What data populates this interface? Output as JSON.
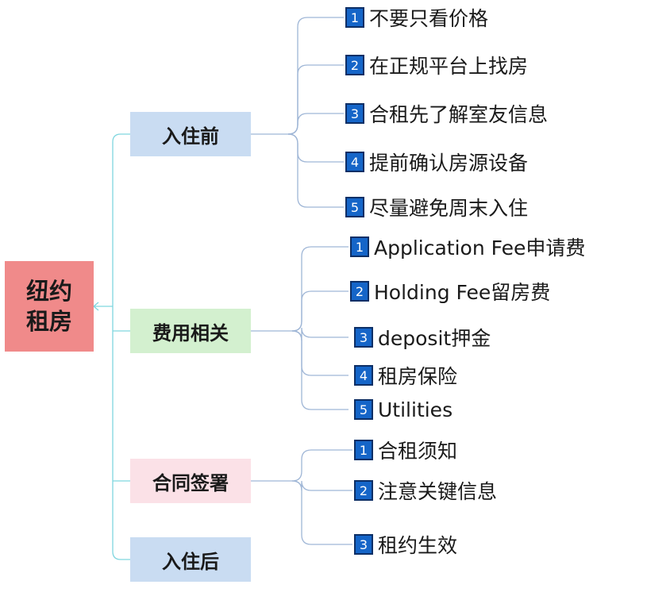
{
  "colors": {
    "root_bg": "#f08a8a",
    "blue_bg": "#c9dcf2",
    "green_bg": "#d3f0cf",
    "pink_bg": "#fbe1e7",
    "connector": "#9fb6d6",
    "root_connector": "#7fd6df",
    "badge": "#1565c8"
  },
  "root": {
    "label": "纽约\n租房"
  },
  "branches": [
    {
      "label": "入住前",
      "items": [
        {
          "num": "1",
          "text": "不要只看价格"
        },
        {
          "num": "2",
          "text": "在正规平台上找房"
        },
        {
          "num": "3",
          "text": "合租先了解室友信息"
        },
        {
          "num": "4",
          "text": "提前确认房源设备"
        },
        {
          "num": "5",
          "text": "尽量避免周末入住"
        }
      ]
    },
    {
      "label": "费用相关",
      "items": [
        {
          "num": "1",
          "text": "Application Fee申请费"
        },
        {
          "num": "2",
          "text": "Holding Fee留房费"
        },
        {
          "num": "3",
          "text": "deposit押金"
        },
        {
          "num": "4",
          "text": "租房保险"
        },
        {
          "num": "5",
          "text": "Utilities"
        }
      ]
    },
    {
      "label": "合同签署",
      "items": [
        {
          "num": "1",
          "text": "合租须知"
        },
        {
          "num": "2",
          "text": "注意关键信息"
        },
        {
          "num": "3",
          "text": "租约生效"
        }
      ]
    },
    {
      "label": "入住后",
      "items": []
    }
  ]
}
